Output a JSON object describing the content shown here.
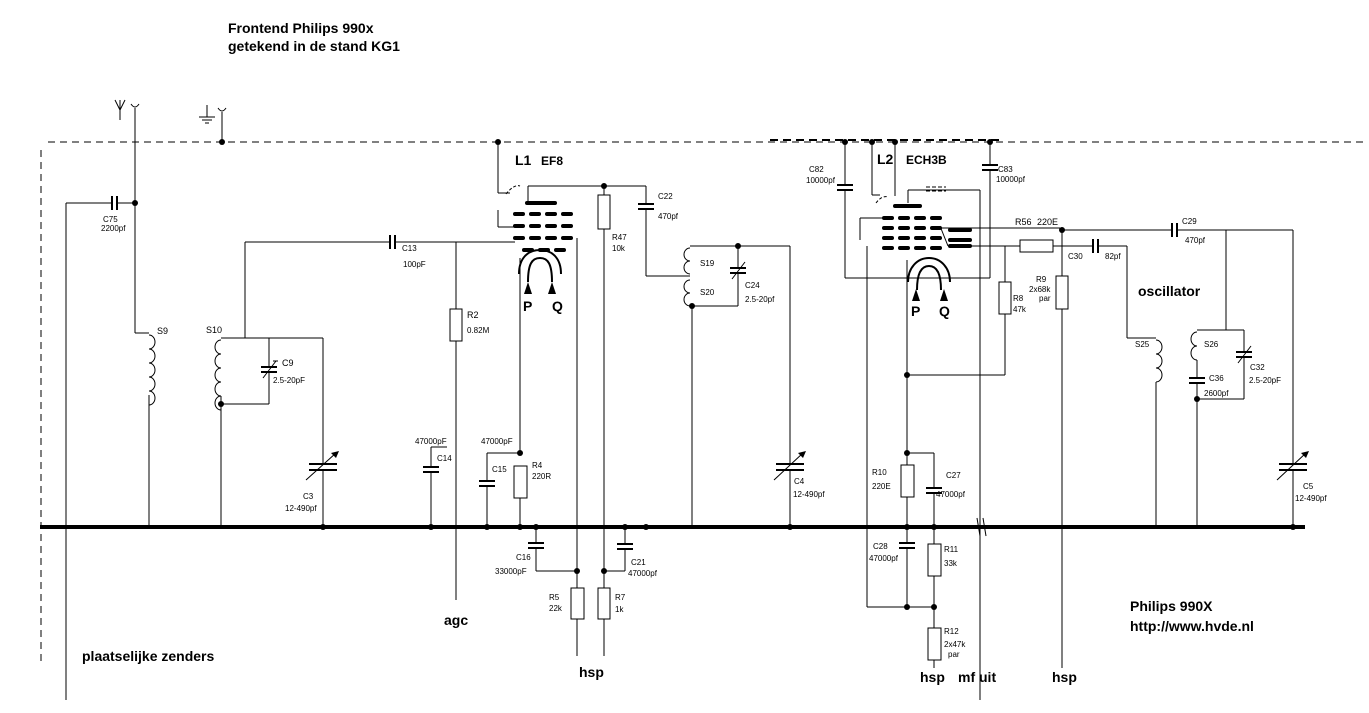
{
  "title": {
    "line1": "Frontend Philips 990x",
    "line2": "getekend in de stand KG1"
  },
  "tubes": {
    "L1": {
      "label": "L1",
      "type": "EF8",
      "P": "P",
      "Q": "Q"
    },
    "L2": {
      "label": "L2",
      "type": "ECH3B",
      "P": "P",
      "Q": "Q"
    }
  },
  "components": {
    "C75": {
      "name": "C75",
      "value": "2200pf"
    },
    "S9": {
      "name": "S9"
    },
    "S10": {
      "name": "S10"
    },
    "C9": {
      "name": "C9",
      "value": "2.5-20pF"
    },
    "C3": {
      "name": "C3",
      "value": "12-490pf"
    },
    "C13": {
      "name": "C13",
      "value": "100pF"
    },
    "R2": {
      "name": "R2",
      "value": "0.82M"
    },
    "C14": {
      "name": "C14",
      "value": "47000pF"
    },
    "C15": {
      "name": "C15",
      "value": "47000pF"
    },
    "R4": {
      "name": "R4",
      "value": "220R"
    },
    "C16": {
      "name": "C16",
      "value": "33000pF"
    },
    "R5": {
      "name": "R5",
      "value": "22k"
    },
    "R7": {
      "name": "R7",
      "value": "1k"
    },
    "C21": {
      "name": "C21",
      "value": "47000pf"
    },
    "R47": {
      "name": "R47",
      "value": "10k"
    },
    "C22": {
      "name": "C22",
      "value": "470pf"
    },
    "S19": {
      "name": "S19"
    },
    "S20": {
      "name": "S20"
    },
    "C24": {
      "name": "C24",
      "value": "2.5-20pf"
    },
    "C4": {
      "name": "C4",
      "value": "12-490pf"
    },
    "C82": {
      "name": "C82",
      "value": "10000pf"
    },
    "C83": {
      "name": "C83",
      "value": "10000pf"
    },
    "R8": {
      "name": "R8",
      "value": "47k"
    },
    "R10": {
      "name": "R10",
      "value": "220E"
    },
    "C27": {
      "name": "C27",
      "value": "47000pf"
    },
    "C28": {
      "name": "C28",
      "value": "47000pf"
    },
    "R11": {
      "name": "R11",
      "value": "33k"
    },
    "R12": {
      "name": "R12",
      "value": "2x47k",
      "note": "par"
    },
    "R56": {
      "name": "R56",
      "value": "220E"
    },
    "C29": {
      "name": "C29",
      "value": "470pf"
    },
    "C30": {
      "name": "C30",
      "value": "82pf"
    },
    "R9": {
      "name": "R9",
      "value": "2x68k",
      "note": "par"
    },
    "S25": {
      "name": "S25"
    },
    "S26": {
      "name": "S26"
    },
    "C36": {
      "name": "C36",
      "value": "2600pf"
    },
    "C32": {
      "name": "C32",
      "value": "2.5-20pF"
    },
    "C5": {
      "name": "C5",
      "value": "12-490pf"
    }
  },
  "labels": {
    "oscillator": "oscillator",
    "agc": "agc",
    "hsp1": "hsp",
    "hsp2": "hsp",
    "hsp3": "hsp",
    "mf_uit": "mf uit",
    "plaatselijke": "plaatselijke zenders",
    "brand": "Philips 990X",
    "url": "http://www.hvde.nl"
  }
}
